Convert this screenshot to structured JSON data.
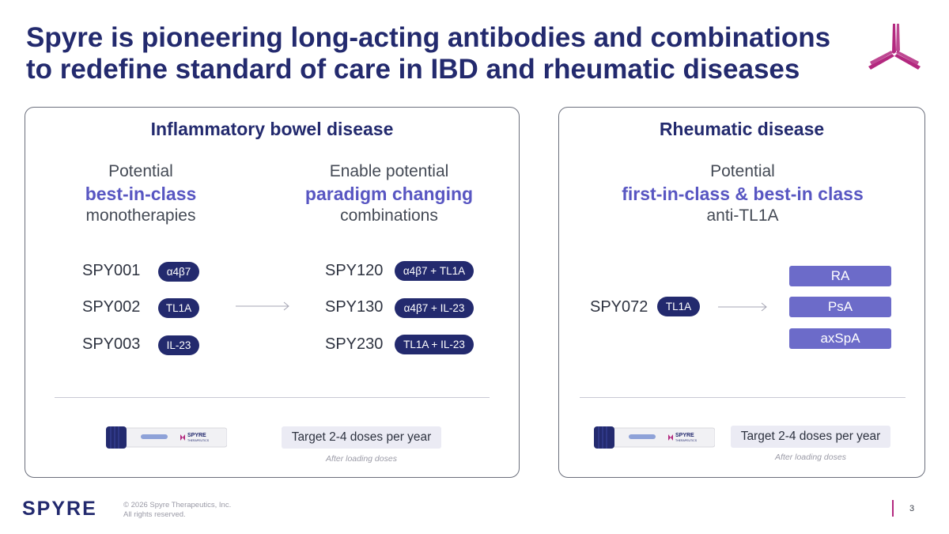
{
  "title": {
    "line1": "Spyre is pioneering long-acting antibodies and combinations",
    "line2": "to redefine standard of care in IBD and rheumatic diseases"
  },
  "colors": {
    "navy": "#232a6e",
    "purple_accent": "#5856c2",
    "magenta": "#b3287f",
    "box_purple": "#6c6bc9"
  },
  "ibd": {
    "heading": "Inflammatory bowel disease",
    "mono": {
      "line1": "Potential",
      "highlight": "best-in-class",
      "line3": "monotherapies"
    },
    "combo": {
      "line1": "Enable potential",
      "highlight": "paradigm changing",
      "line3": "combinations"
    },
    "mono_rows": [
      {
        "name": "SPY001",
        "target": "α4β7"
      },
      {
        "name": "SPY002",
        "target": "TL1A"
      },
      {
        "name": "SPY003",
        "target": "IL-23"
      }
    ],
    "combo_rows": [
      {
        "name": "SPY120",
        "target": "α4β7 + TL1A"
      },
      {
        "name": "SPY130",
        "target": "α4β7 + IL-23"
      },
      {
        "name": "SPY230",
        "target": "TL1A + IL-23"
      }
    ],
    "dose": "Target 2-4 doses per year",
    "dose_note": "After loading doses",
    "pen_brand": "SPYRE",
    "pen_sub": "THERAPEUTICS"
  },
  "rheum": {
    "heading": "Rheumatic disease",
    "line1": "Potential",
    "highlight": "first-in-class & best-in class",
    "line3": "anti-TL1A",
    "drug": {
      "name": "SPY072",
      "target": "TL1A"
    },
    "indications": [
      "RA",
      "PsA",
      "axSpA"
    ],
    "dose": "Target 2-4 doses per year",
    "dose_note": "After loading doses",
    "pen_brand": "SPYRE",
    "pen_sub": "THERAPEUTICS"
  },
  "footer": {
    "logo": "SPYRE",
    "copyright_line1": "© 2026 Spyre Therapeutics, Inc.",
    "copyright_line2": "All rights reserved.",
    "page_number": "3"
  }
}
